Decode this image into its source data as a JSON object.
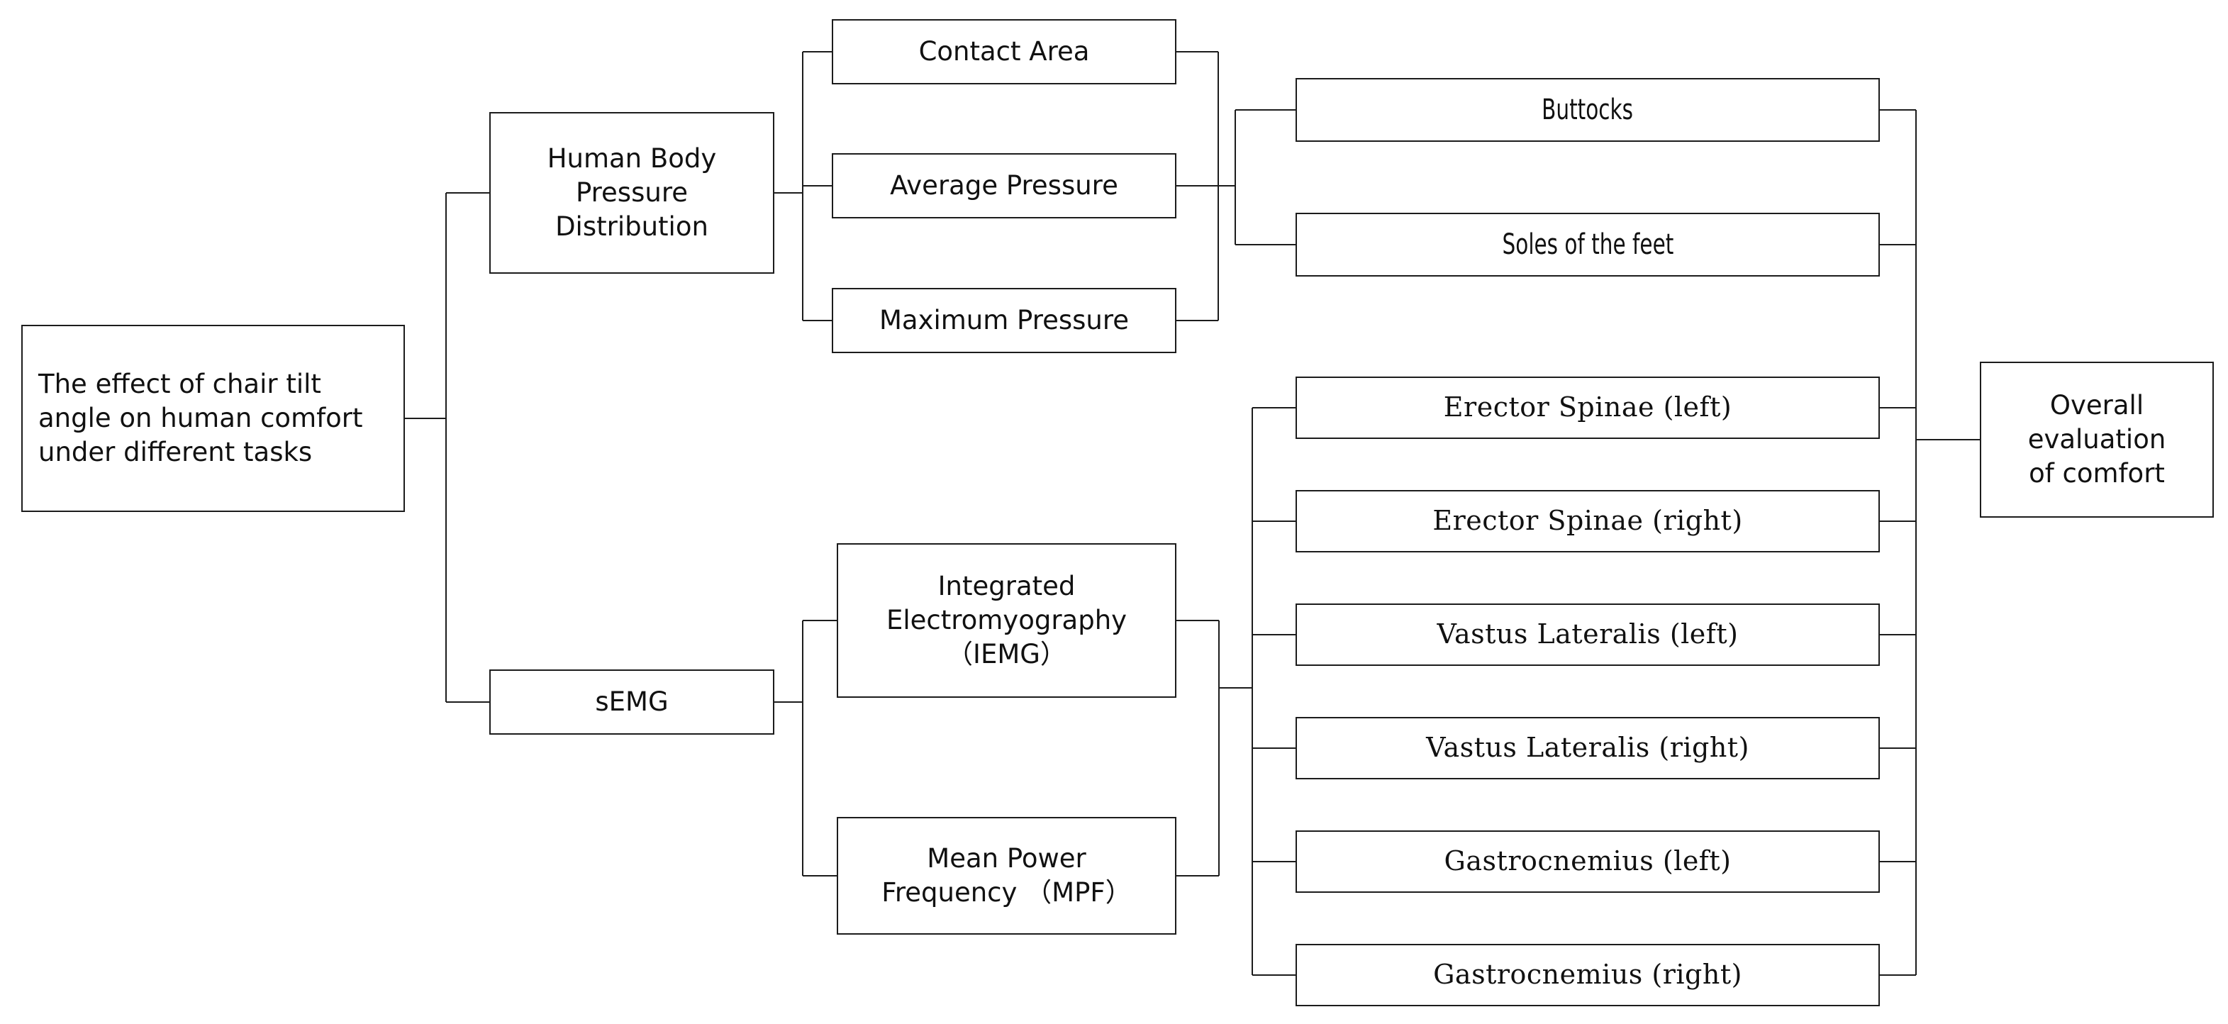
{
  "diagram": {
    "title_node": {
      "id": "root",
      "label": "The effect of chair tilt angle on human comfort under different tasks"
    },
    "level2": [
      {
        "id": "hbpd",
        "label": "Human Body\nPressure\nDistribution"
      },
      {
        "id": "semg",
        "label": "sEMG"
      }
    ],
    "pressure_metrics": [
      {
        "id": "contact-area",
        "label": "Contact Area"
      },
      {
        "id": "average-pressure",
        "label": "Average Pressure"
      },
      {
        "id": "maximum-pressure",
        "label": "Maximum Pressure"
      }
    ],
    "body_regions": [
      {
        "id": "buttocks",
        "label": "Buttocks"
      },
      {
        "id": "soles",
        "label": "Soles of the feet"
      }
    ],
    "semg_metrics": [
      {
        "id": "iemg",
        "label": "Integrated\nElectromyography\n（IEMG）"
      },
      {
        "id": "mpf",
        "label": "Mean Power\nFrequency （MPF）"
      }
    ],
    "muscles": [
      {
        "id": "erector-spinae-left",
        "label": "Erector Spinae (left)"
      },
      {
        "id": "erector-spinae-right",
        "label": "Erector Spinae (right)"
      },
      {
        "id": "vastus-lateralis-left",
        "label": "Vastus Lateralis (left)"
      },
      {
        "id": "vastus-lateralis-right",
        "label": "Vastus Lateralis (right)"
      },
      {
        "id": "gastrocnemius-left",
        "label": "Gastrocnemius (left)"
      },
      {
        "id": "gastrocnemius-right",
        "label": "Gastrocnemius (right)"
      }
    ],
    "outcome_node": {
      "id": "overall-evaluation",
      "label": "Overall\nevaluation\nof comfort"
    },
    "colors": {
      "stroke": "#1c1c1c",
      "background": "#ffffff",
      "text": "#111111"
    }
  }
}
